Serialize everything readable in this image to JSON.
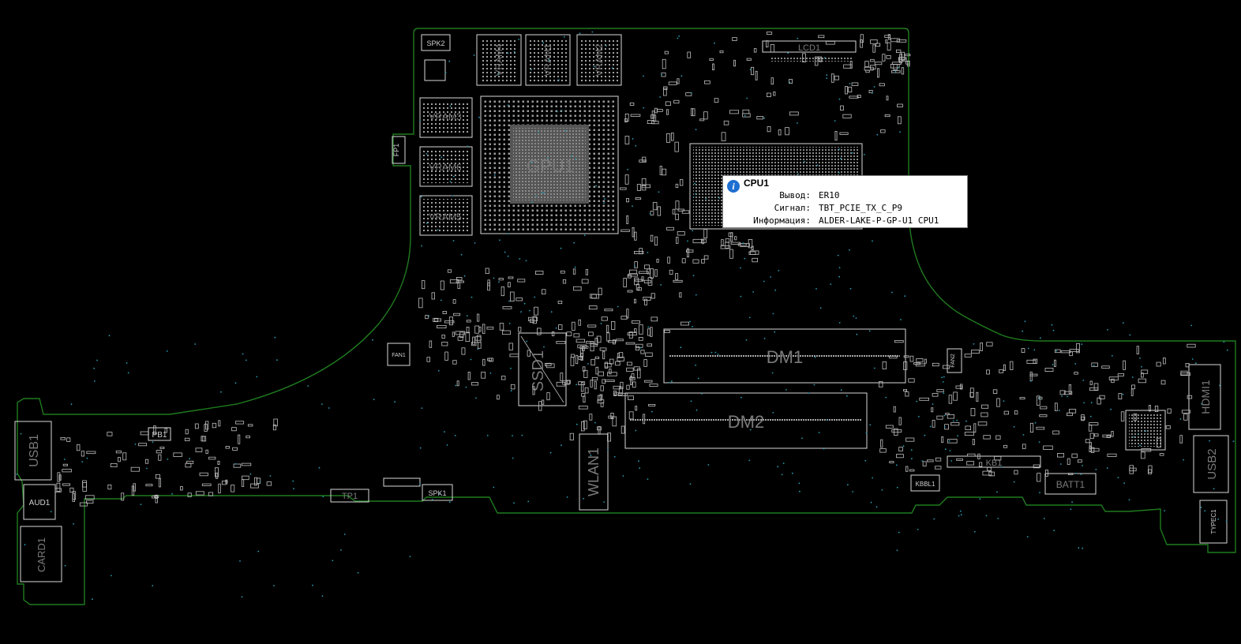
{
  "components": {
    "gpu1": "GPU1",
    "vram1": "VRAM1",
    "vram2": "VRAM2",
    "vram3": "VRAM3",
    "vram4": "VRAM4",
    "vram5": "VRAM5",
    "vram6": "VRAM6",
    "lcd1": "LCD1",
    "spk1": "SPK1",
    "spk2": "SPK2",
    "fp1": "FP1",
    "fan1": "FAN1",
    "fan2": "FAN2",
    "ssd1": "SSD1",
    "dm1": "DM1",
    "dm2": "DM2",
    "wlan1": "WLAN1",
    "usb1": "USB1",
    "usb2": "USB2",
    "aud1": "AUD1",
    "card1": "CARD1",
    "pb1": "PB1",
    "tp1": "TP1",
    "kb1": "KB1",
    "kbbl1": "KBBL1",
    "batt1": "BATT1",
    "hdmi1": "HDMI1",
    "typec1": "TYPEC1"
  },
  "tooltip": {
    "title": "CPU1",
    "rows": [
      {
        "key": "Вывод:",
        "value": "ER10"
      },
      {
        "key": "Сигнал:",
        "value": "TBT_PCIE_TX_C_P9"
      },
      {
        "key": "Информация:",
        "value": "ALDER-LAKE-P-GP-U1 CPU1"
      }
    ]
  },
  "colors": {
    "background": "#000000",
    "board_outline": "#1f7a1f",
    "silkscreen": "#d8d8d8",
    "via": "#2b9bb5",
    "tooltip_bg": "#ffffff",
    "info_icon": "#1f6fd1"
  }
}
